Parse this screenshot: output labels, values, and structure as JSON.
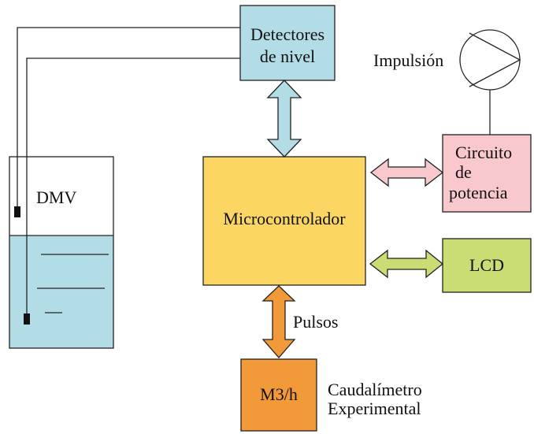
{
  "blocks": {
    "detectores_line1": "Detectores",
    "detectores_line2": "de nivel",
    "microcontrolador": "Microcontrolador",
    "circuito_line1": "Circuito",
    "circuito_line2": "de",
    "circuito_line3": "potencia",
    "lcd": "LCD",
    "caudalimetro_box": "M3/h"
  },
  "labels": {
    "impulsion": "Impulsión",
    "dmv": "DMV",
    "pulsos": "Pulsos",
    "caudalimetro_line1": "Caudalímetro",
    "caudalimetro_line2": "Experimental"
  },
  "colors": {
    "detectores_fill": "#b3dde6",
    "microcontrolador_fill": "#fcd663",
    "circuito_fill": "#f8c8cc",
    "lcd_fill": "#c9dd74",
    "caudalimetro_fill": "#f29a3a",
    "water_fill": "#b3dde6",
    "arrow_detectores": "#b3dde6",
    "arrow_circuito": "#f8c8cc",
    "arrow_lcd": "#c9dd74",
    "arrow_caudalimetro": "#f29a3a"
  }
}
